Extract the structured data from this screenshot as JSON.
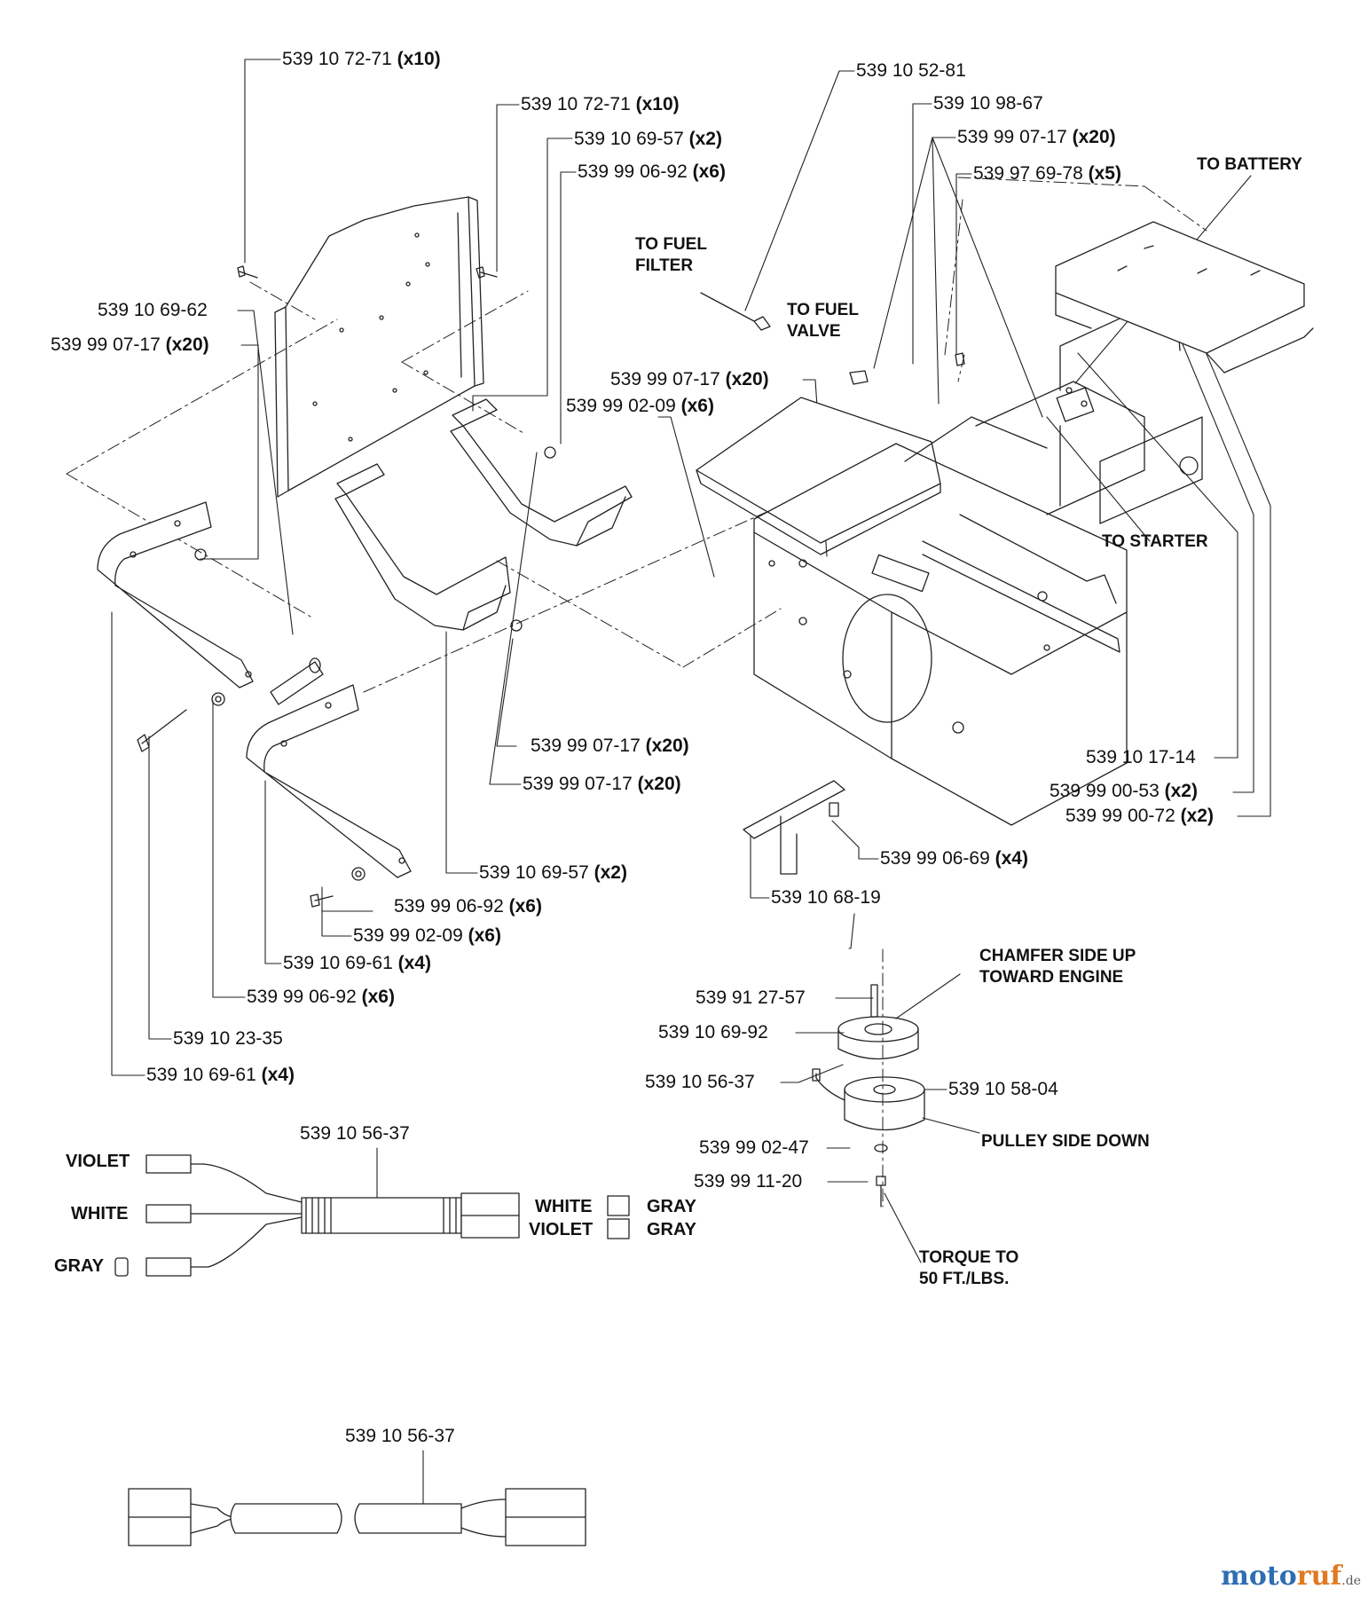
{
  "parts": [
    {
      "n": "539 10 72-71",
      "q": "(x10)"
    },
    {
      "n": "539 10 72-71",
      "q": "(x10)"
    },
    {
      "n": "539 10 69-57",
      "q": "(x2)"
    },
    {
      "n": "539 99 06-92",
      "q": "(x6)"
    },
    {
      "n": "539 10 69-62",
      "q": ""
    },
    {
      "n": "539 99 07-17",
      "q": "(x20)"
    },
    {
      "n": "539 10 52-81",
      "q": ""
    },
    {
      "n": "539 10 98-67",
      "q": ""
    },
    {
      "n": "539 99 07-17",
      "q": "(x20)"
    },
    {
      "n": "539 97 69-78",
      "q": "(x5)"
    },
    {
      "n": "539 99 07-17",
      "q": "(x20)"
    },
    {
      "n": "539 99 02-09",
      "q": "(x6)"
    },
    {
      "n": "539 99 07-17",
      "q": "(x20)"
    },
    {
      "n": "539 99 07-17",
      "q": "(x20)"
    },
    {
      "n": "539 10 17-14",
      "q": ""
    },
    {
      "n": "539 99 00-53",
      "q": "(x2)"
    },
    {
      "n": "539 99 00-72",
      "q": "(x2)"
    },
    {
      "n": "539 10 69-57",
      "q": "(x2)"
    },
    {
      "n": "539 99 06-69",
      "q": "(x4)"
    },
    {
      "n": "539 99 06-92",
      "q": "(x6)"
    },
    {
      "n": "539 99 02-09",
      "q": "(x6)"
    },
    {
      "n": "539 10 68-19",
      "q": ""
    },
    {
      "n": "539 10 69-61",
      "q": "(x4)"
    },
    {
      "n": "539 99 06-92",
      "q": "(x6)"
    },
    {
      "n": "539 10 23-35",
      "q": ""
    },
    {
      "n": "539 10 69-61",
      "q": "(x4)"
    },
    {
      "n": "539 91 27-57",
      "q": ""
    },
    {
      "n": "539 10 69-92",
      "q": ""
    },
    {
      "n": "539 10 56-37",
      "q": ""
    },
    {
      "n": "539 10 58-04",
      "q": ""
    },
    {
      "n": "539 99 02-47",
      "q": ""
    },
    {
      "n": "539 99 11-20",
      "q": ""
    },
    {
      "n": "539 10 56-37",
      "q": ""
    },
    {
      "n": "539 10 56-37",
      "q": ""
    }
  ],
  "notes": {
    "to_fuel_filter": "TO FUEL\nFILTER",
    "to_fuel_valve": "TO FUEL\nVALVE",
    "to_battery": "TO BATTERY",
    "to_starter": "TO STARTER",
    "chamfer": "CHAMFER SIDE UP\nTOWARD ENGINE",
    "pulley_down": "PULLEY SIDE DOWN",
    "torque": "TORQUE TO\n50 FT./LBS."
  },
  "wires": {
    "violet": "VIOLET",
    "white": "WHITE",
    "gray": "GRAY",
    "conn_white": "WHITE",
    "conn_violet": "VIOLET",
    "conn_gray1": "GRAY",
    "conn_gray2": "GRAY"
  },
  "watermark": {
    "a": "moto",
    "b": "ruf",
    "c": ".de"
  }
}
